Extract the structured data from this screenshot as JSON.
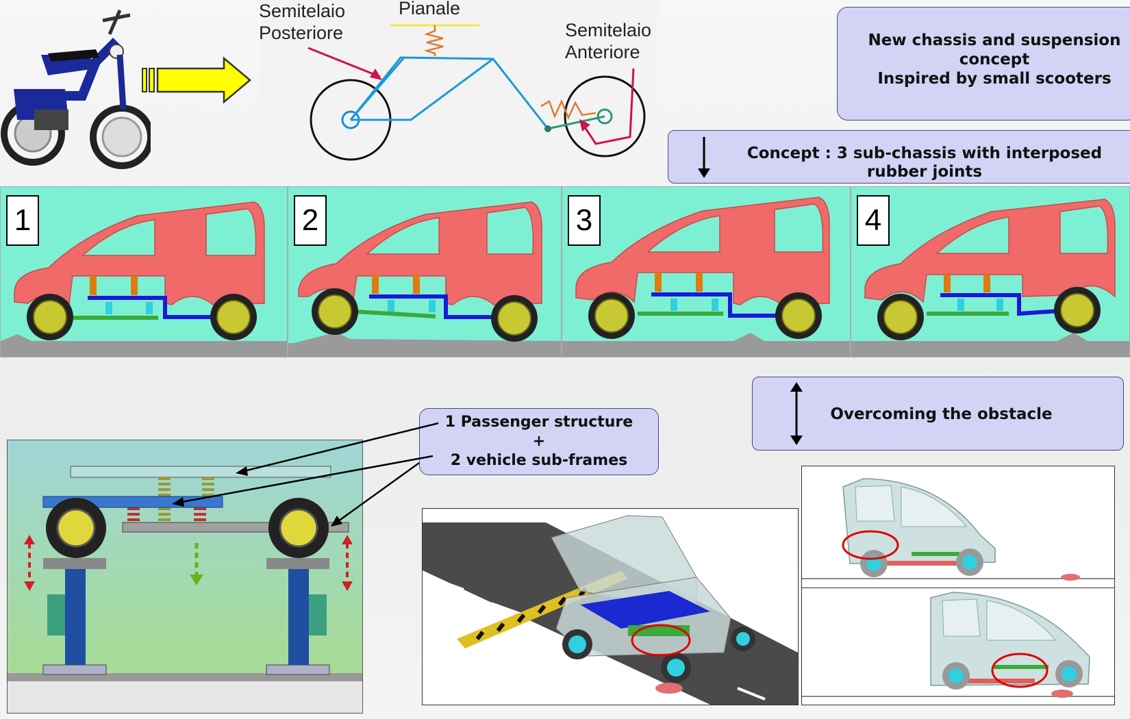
{
  "diagram": {
    "labels": {
      "rear_subframe": [
        "Semitelaio",
        "Posteriore"
      ],
      "platform": "Pianale",
      "front_subframe": [
        "Semitelaio",
        "Anteriore"
      ]
    },
    "callouts": {
      "chassis_concept": [
        "New chassis and suspension",
        "concept",
        "Inspired by small scooters"
      ],
      "sub_chassis": [
        "Concept : 3 sub-chassis with interposed",
        "rubber joints"
      ],
      "obstacle": "Overcoming the obstacle",
      "structure": [
        "1 Passenger structure",
        "+",
        "2 vehicle sub-frames"
      ]
    },
    "panels": [
      "1",
      "2",
      "3",
      "4"
    ],
    "colors": {
      "callout_fill": "#d3d3f5",
      "panel_bg": "#7df0d4",
      "car_body": "#f06a6a",
      "subframe_blue": "#1a1ad6",
      "subframe_green": "#3aaa3a",
      "spring_orange": "#e07b10",
      "arrow_yellow": "#ffff00",
      "highlight_red": "#e00000"
    }
  }
}
